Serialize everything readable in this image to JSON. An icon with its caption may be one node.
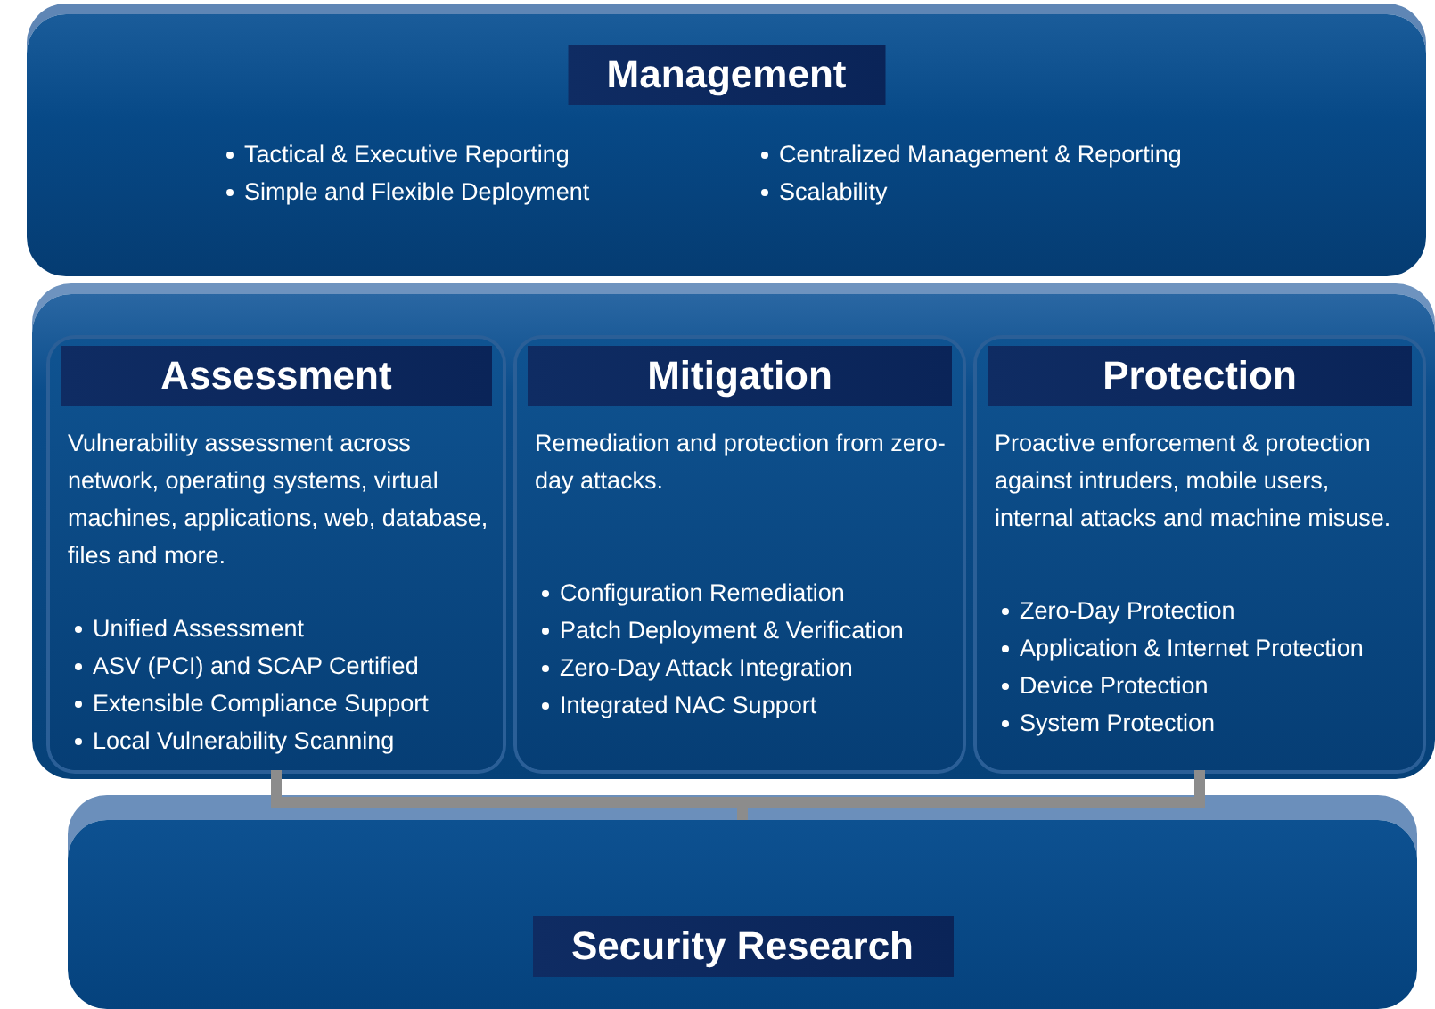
{
  "diagram": {
    "nodes": [
      {
        "text": [
          "Management",
          "Tactical & Executive Reporting",
          "Centralized Management & Reporting",
          "Simple and Flexible Deployment",
          "Scalability"
        ]
      },
      {
        "text": [],
        "shape": "box"
      },
      {
        "text": [
          "Assessment",
          "Vulnerability assessment across network, operating systems, virtual machines, applications, web, database, files and more.",
          "Unified Assessment",
          "ASV (PCI) and SCAP Certified",
          "Extensible Compliance Support",
          "Local Vulnerability Scanning"
        ],
        "in": 1
      },
      {
        "text": [
          "Mitigation",
          "Remediation and protection from zero-day attacks.",
          "Configuration Remediation",
          "Patch Deployment & Verification",
          "Zero-Day Attack Integration",
          "Integrated NAC Support"
        ],
        "in": 1
      },
      {
        "text": [
          "Protection",
          "Proactive enforcement & protection against intruders, mobile users, internal attacks and machine misuse.",
          "Zero-Day Protection",
          "Application & Internet Protection",
          "Device Protection",
          "System Protection"
        ],
        "in": 1
      },
      {
        "text": [
          "Security Research"
        ]
      }
    ],
    "edges": [
      {
        "from": 2,
        "to": 5,
        "arrow": "none"
      },
      {
        "from": 4,
        "to": 5,
        "arrow": "none"
      }
    ]
  }
}
